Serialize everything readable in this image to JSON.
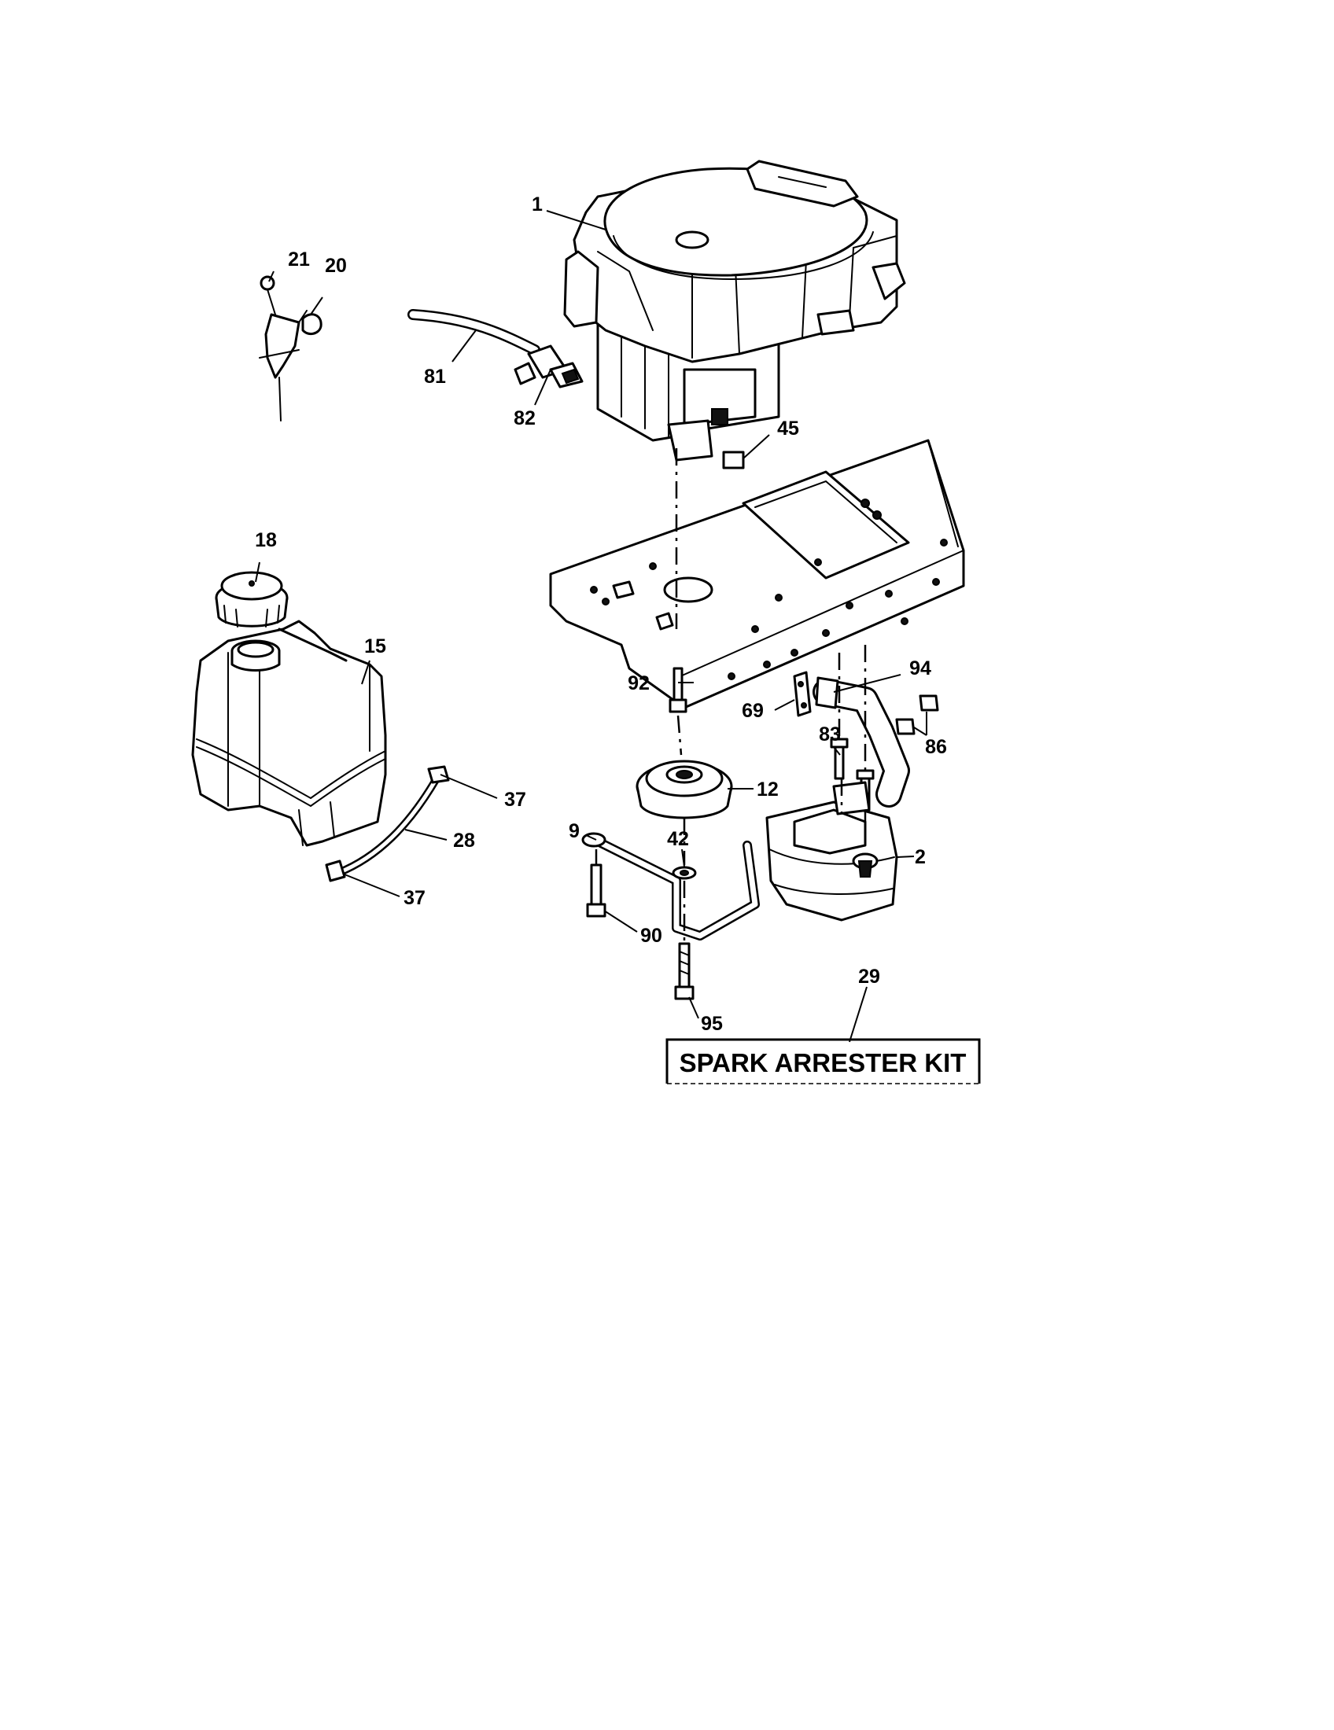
{
  "callouts": {
    "c1": "1",
    "c2": "2",
    "c9": "9",
    "c12": "12",
    "c15": "15",
    "c18": "18",
    "c20": "20",
    "c21": "21",
    "c28": "28",
    "c29": "29",
    "c37a": "37",
    "c37b": "37",
    "c42": "42",
    "c45": "45",
    "c69": "69",
    "c81": "81",
    "c82": "82",
    "c83": "83",
    "c86": "86",
    "c90": "90",
    "c92": "92",
    "c94": "94",
    "c95": "95"
  },
  "kit_label": "SPARK ARRESTER KIT"
}
